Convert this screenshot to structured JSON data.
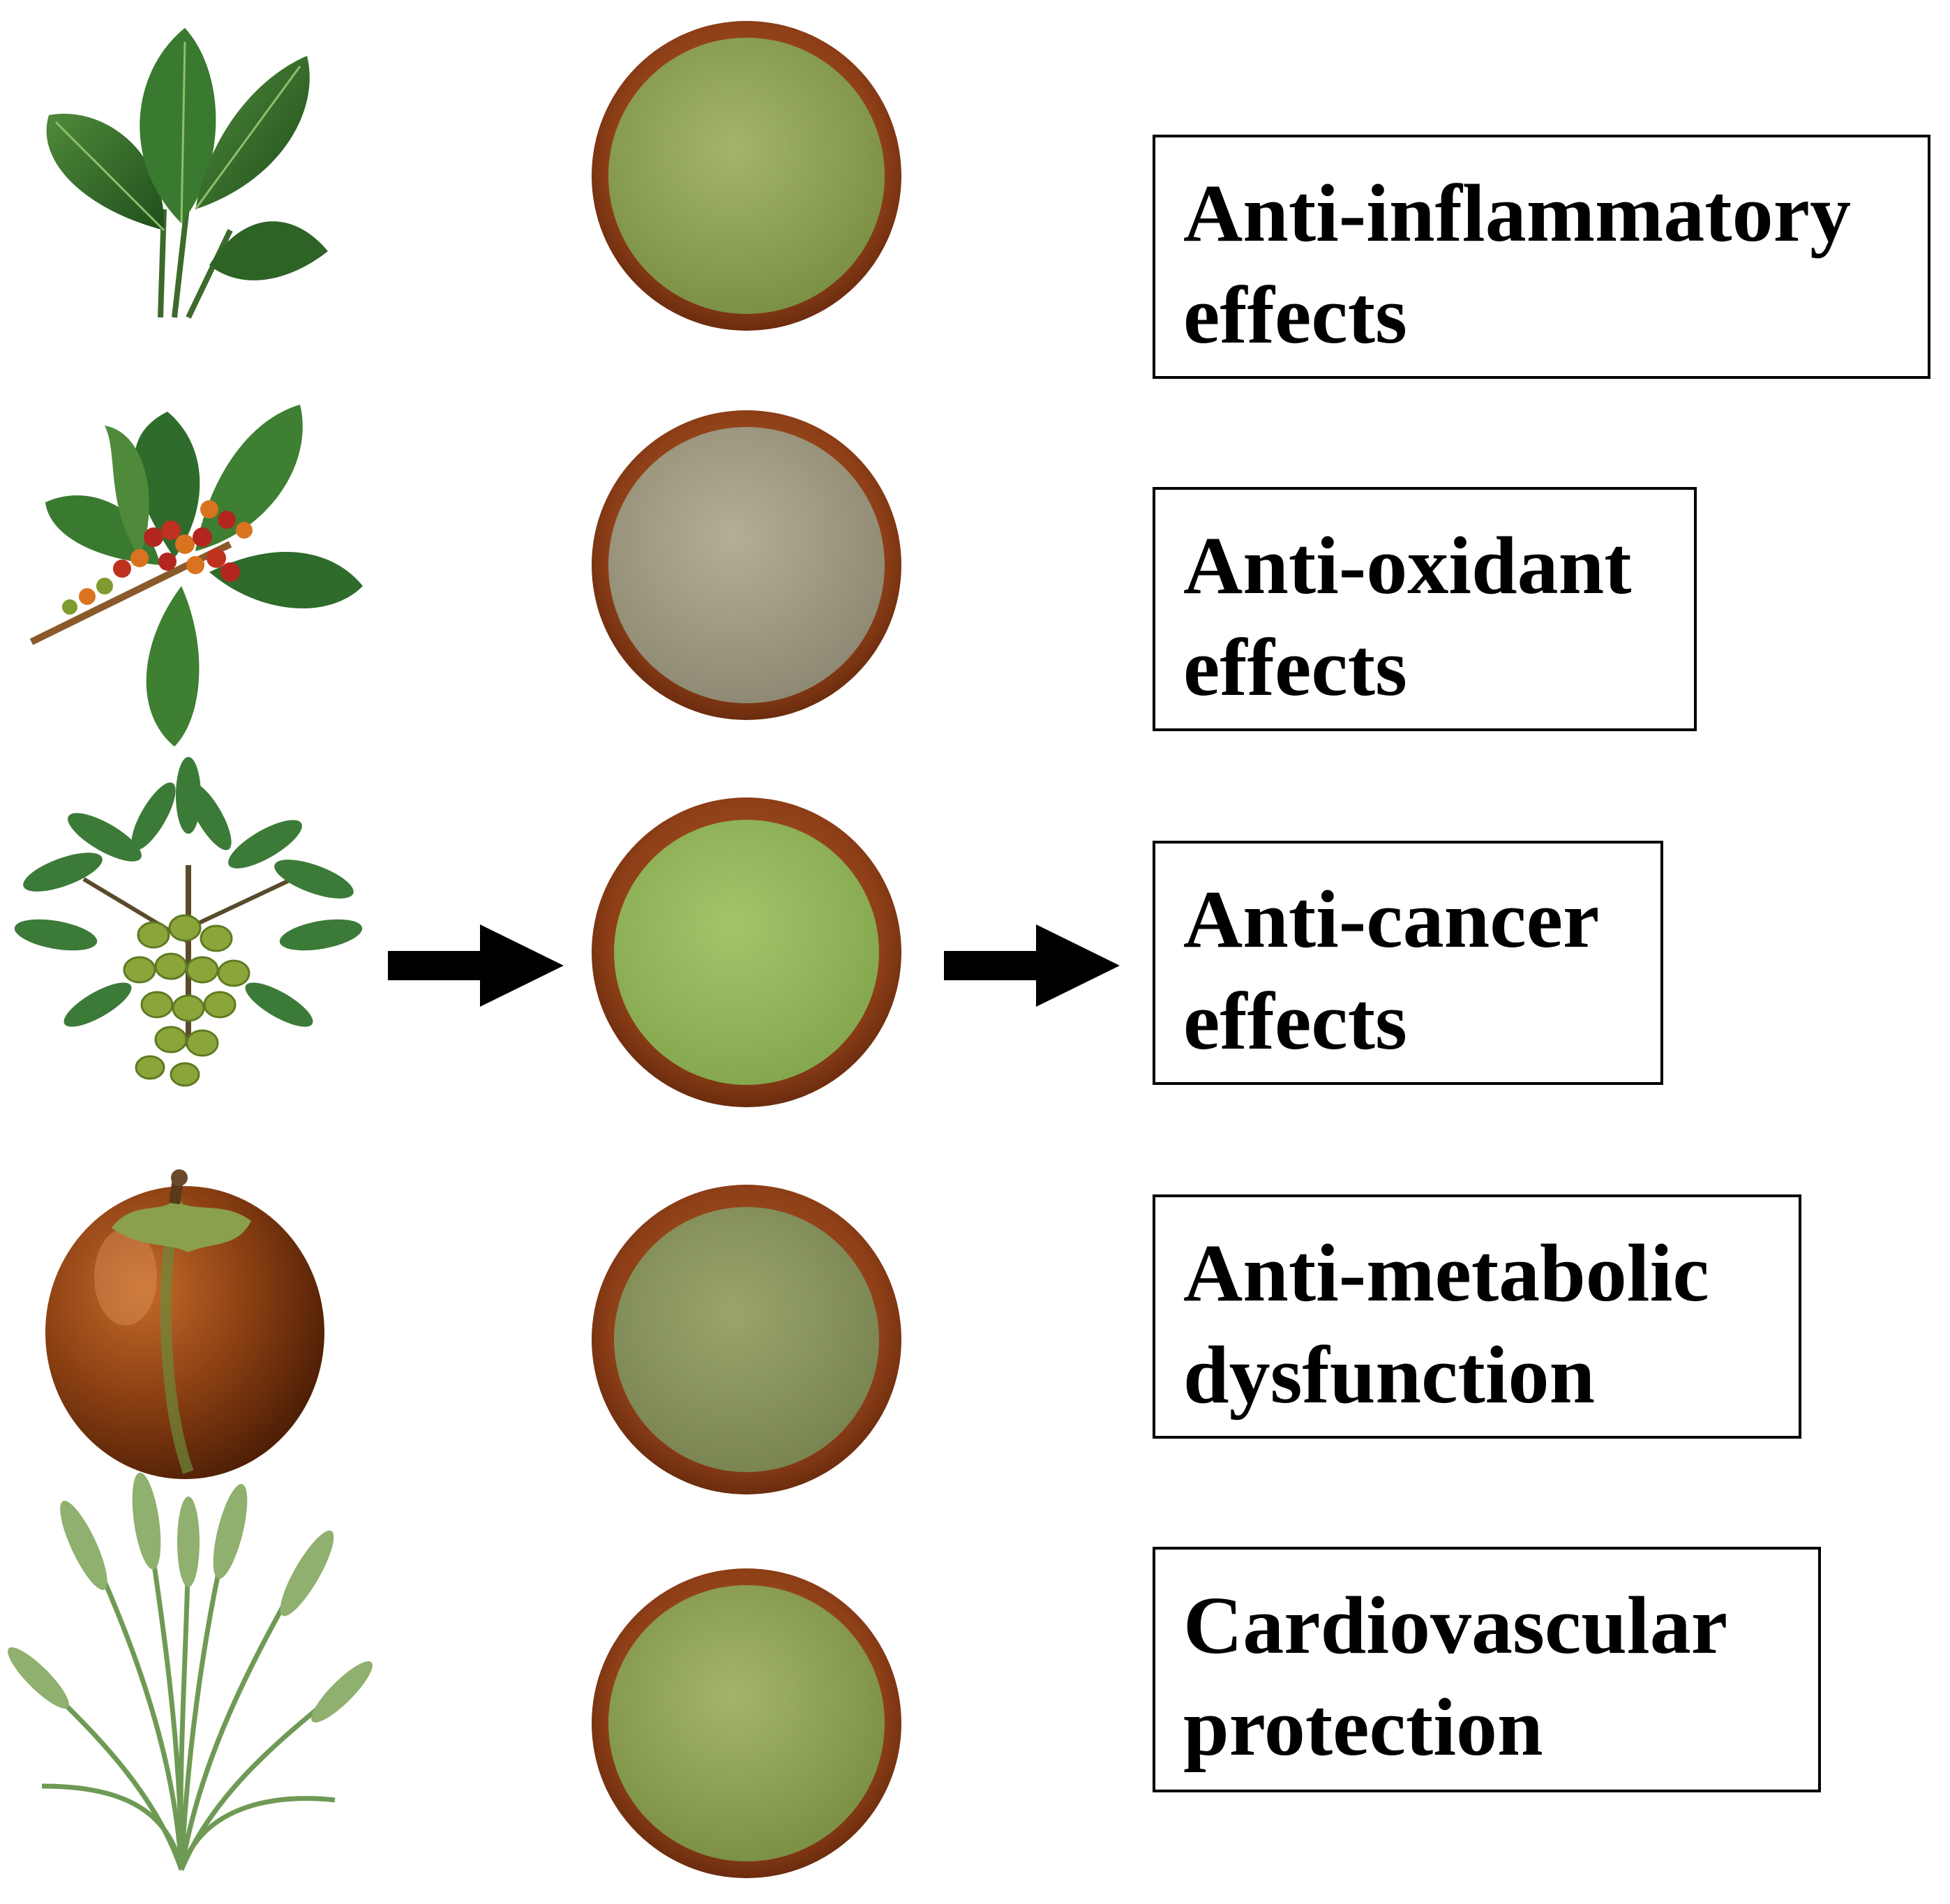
{
  "effects": [
    {
      "line1": "Anti-inflammatory",
      "line2": "effects"
    },
    {
      "line1": "Anti-oxidant",
      "line2": "effects"
    },
    {
      "line1": "Anti-cancer",
      "line2": "effects"
    },
    {
      "line1": "Anti-metabolic",
      "line2": "dysfunction"
    },
    {
      "line1": "Cardiovascular",
      "line2": "protection"
    }
  ],
  "colors": {
    "leaf": "#2f6b2a",
    "leaf_light": "#5e9a3e",
    "berry_red": "#b3261e",
    "berry_orange": "#d9731f",
    "berry_green": "#7f9a2e",
    "fruit": "#8a3f12",
    "bowl_wood": "#9c4a1f",
    "powder_green": "#8fa35a",
    "powder_beige": "#a39d84",
    "grass": "#6f9a55",
    "arrow": "#000000"
  }
}
